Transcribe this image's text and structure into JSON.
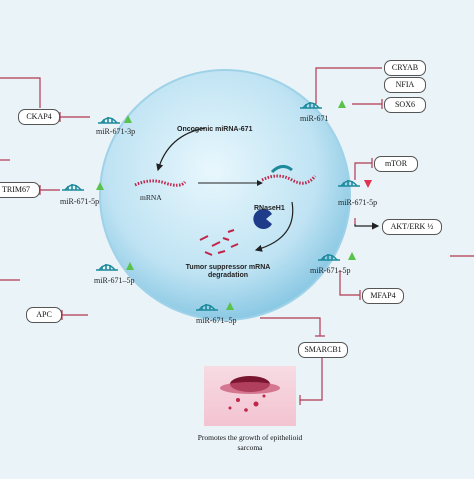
{
  "center": {
    "oncogenic_label": "Oncogenic miRNA-671",
    "mrna_label": "mRNA",
    "rnaseh1_label": "RNaseH1",
    "degradation_label": "Tumor suppressor mRNA degradation"
  },
  "targets": {
    "ckap4": "CKAP4",
    "trim67": "TRIM67",
    "apc": "APC",
    "cryab": "CRYAB",
    "nfia": "NFIA",
    "sox6": "SOX6",
    "mtor": "mTOR",
    "akt_erk": "AKT/ERK ½",
    "mfap4": "MFAP4",
    "smarcb1": "SMARCB1"
  },
  "mirna_labels": {
    "left_top": "miR-671-3p",
    "left_mid": "miR-671-5p",
    "left_bot": "miR-671–5p",
    "right_top": "miR-671",
    "right_mid": "miR-671-5p",
    "right_bot": "miR-671–5p",
    "bottom": "miR-671–5p"
  },
  "outcome": {
    "caption": "Promotes the growth of epithelioid sarcoma"
  },
  "colors": {
    "sphere": "#bfe3f3",
    "strand_red": "#c0254a",
    "strand_teal": "#1d8a9c",
    "up_triangle": "#58c24a",
    "down_triangle": "#e0334f",
    "inhibit_line": "#b33a52",
    "rnaseh1": "#1f3c8a"
  }
}
